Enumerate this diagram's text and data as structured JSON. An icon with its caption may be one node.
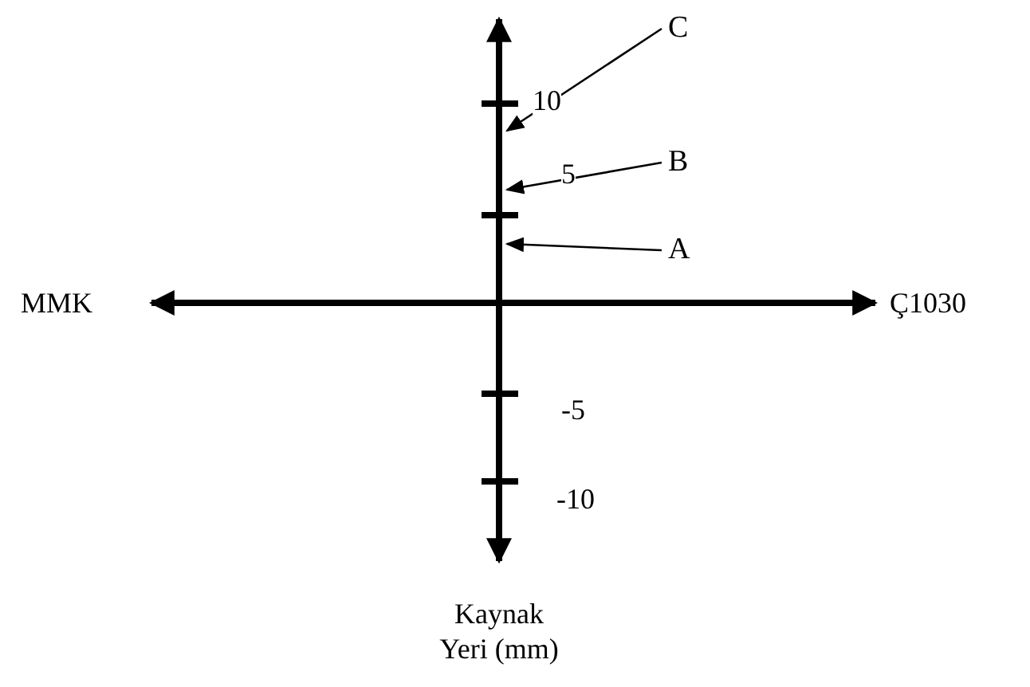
{
  "diagram": {
    "nodes": [
      {
        "text": [
          "C"
        ]
      },
      {
        "text": [
          "B"
        ]
      },
      {
        "text": [
          "A"
        ]
      },
      {
        "text": [],
        "shape": "bar"
      }
    ],
    "edges": [
      {
        "from": 0,
        "to": 3,
        "arrow": "to"
      },
      {
        "from": 1,
        "to": 3,
        "arrow": "to"
      },
      {
        "from": 2,
        "to": 3,
        "arrow": "to"
      }
    ],
    "labels": [
      "10",
      "5",
      "MMK",
      "Ç1030",
      "-5",
      "-10",
      "Kaynak Yeri (mm)"
    ]
  }
}
